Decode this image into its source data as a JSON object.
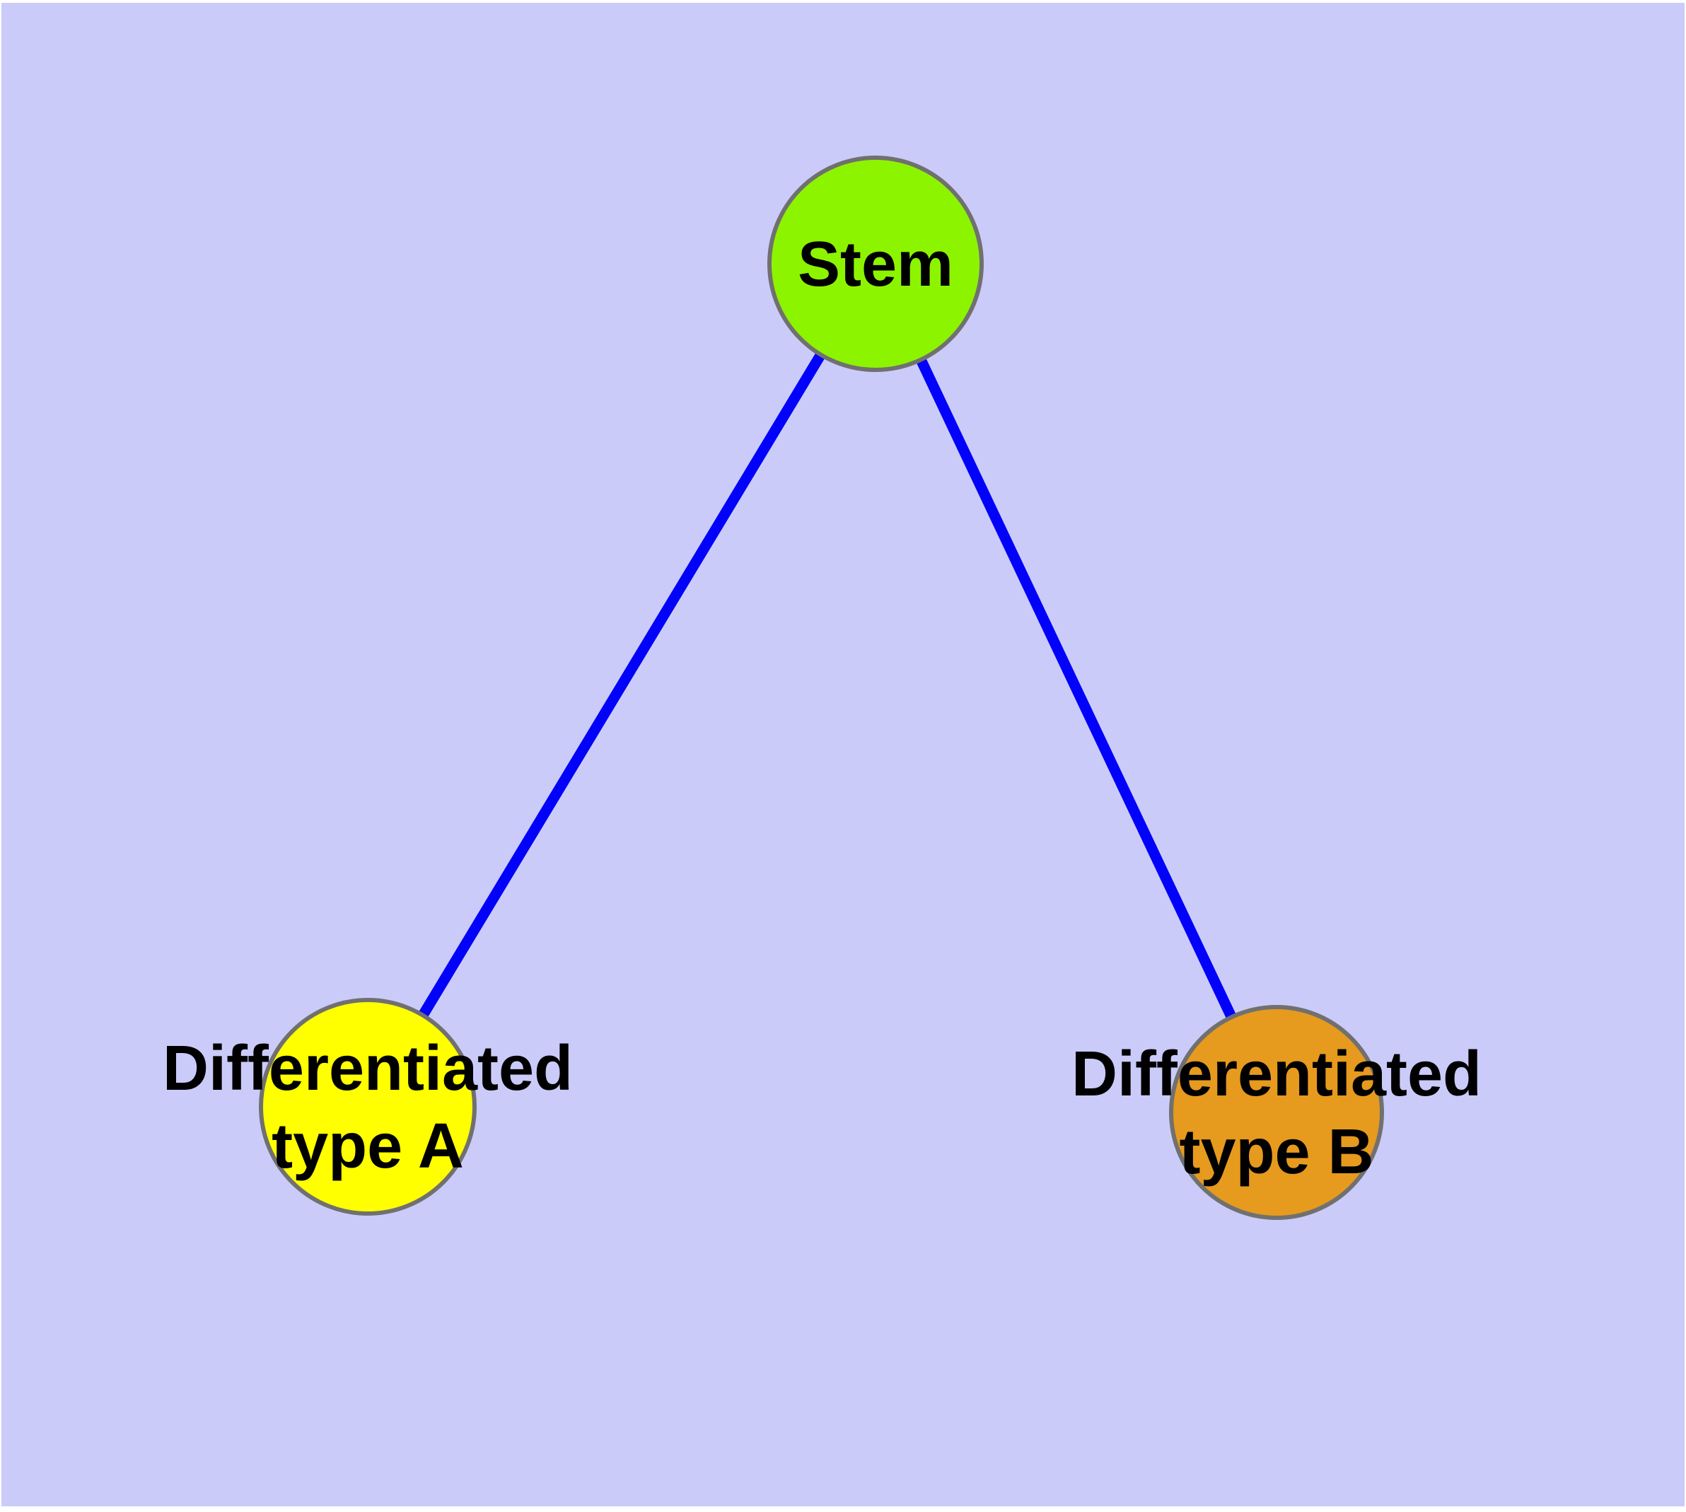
{
  "diagram": {
    "type": "graph",
    "description": "Stem cell differentiation network: one stem node connected to two differentiated cell-type nodes",
    "page_color": "#ffffff",
    "background_color": "#cbcbfa",
    "edge_color": "#0202fa",
    "node_border_color": "#707070",
    "label_color": "#000000",
    "nodes": [
      {
        "id": "stem",
        "label": "Stem",
        "fill": "#8df400"
      },
      {
        "id": "differentiated-type-a",
        "label": "Differentiated type A",
        "label_line1": "Differentiated",
        "label_line2": "type A",
        "fill": "#ffff00"
      },
      {
        "id": "differentiated-type-b",
        "label": "Differentiated type B",
        "label_line1": "Differentiated",
        "label_line2": "type B",
        "fill": "#e69a1e"
      }
    ],
    "edges": [
      {
        "from": "stem",
        "to": "differentiated-type-a"
      },
      {
        "from": "stem",
        "to": "differentiated-type-b"
      }
    ]
  }
}
